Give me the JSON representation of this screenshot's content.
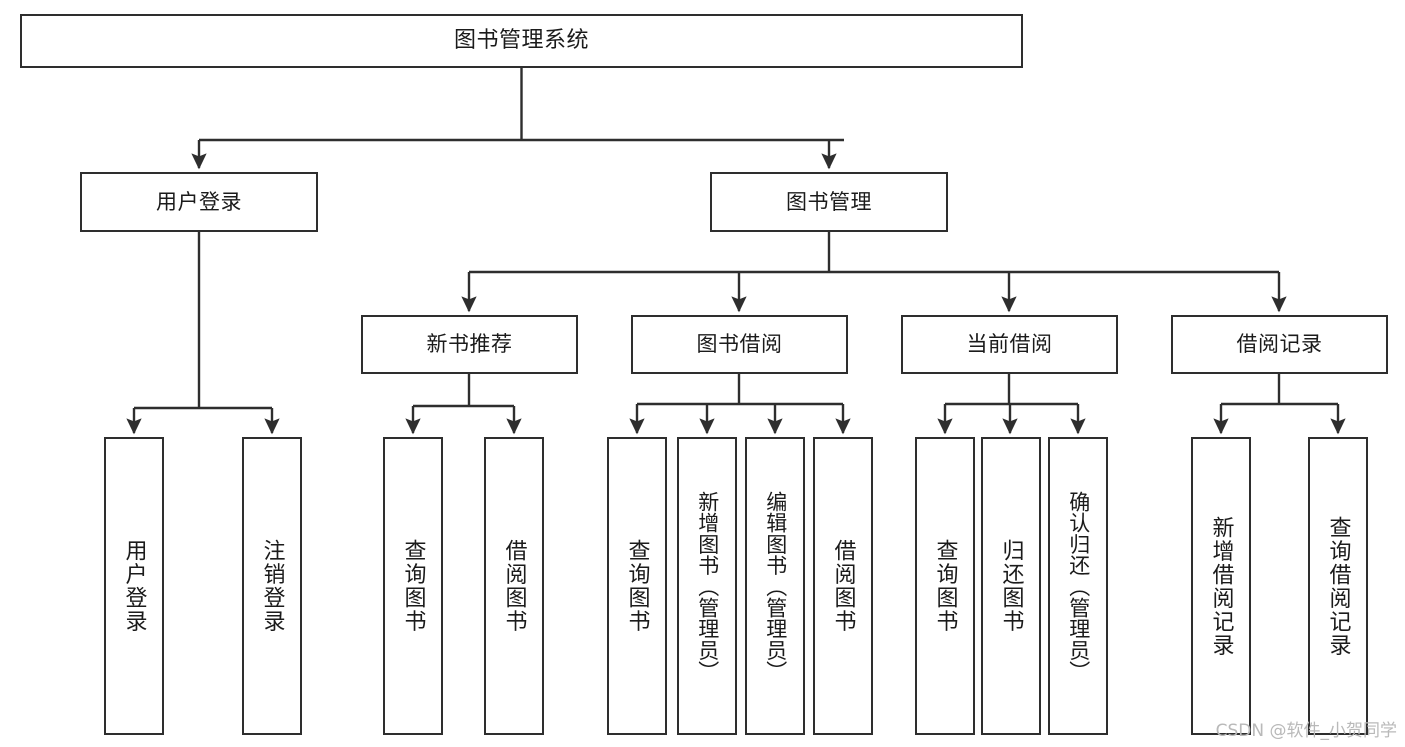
{
  "diagram": {
    "type": "tree-flowchart",
    "title_node": "图书管理系统",
    "watermark": "CSDN @软件_小贺同学",
    "colors": {
      "box_border": "#2e2e2e",
      "box_fill": "#ffffff",
      "connector": "#2e2e2e",
      "text": "#1b1b1b",
      "watermark": "#b9b9b9",
      "background": "#ffffff"
    },
    "nodes": {
      "root": {
        "label": "图书管理系统"
      },
      "level1": [
        {
          "id": "user-login",
          "label": "用户登录"
        },
        {
          "id": "book-manage",
          "label": "图书管理"
        }
      ],
      "level2": [
        {
          "id": "new-book-recommend",
          "label": "新书推荐"
        },
        {
          "id": "book-borrow",
          "label": "图书借阅"
        },
        {
          "id": "current-borrow",
          "label": "当前借阅"
        },
        {
          "id": "borrow-record",
          "label": "借阅记录"
        }
      ],
      "leaves": {
        "user-login": [
          {
            "id": "leaf-user-login",
            "label": "用户登录"
          },
          {
            "id": "leaf-logout",
            "label": "注销登录"
          }
        ],
        "new-book-recommend": [
          {
            "id": "leaf-query-book-1",
            "label": "查询图书"
          },
          {
            "id": "leaf-borrow-book-1",
            "label": "借阅图书"
          }
        ],
        "book-borrow": [
          {
            "id": "leaf-query-book-2",
            "label": "查询图书"
          },
          {
            "id": "leaf-add-book",
            "label": "新增图书（管理员）"
          },
          {
            "id": "leaf-edit-book",
            "label": "编辑图书（管理员）"
          },
          {
            "id": "leaf-borrow-book-2",
            "label": "借阅图书"
          }
        ],
        "current-borrow": [
          {
            "id": "leaf-query-book-3",
            "label": "查询图书"
          },
          {
            "id": "leaf-return-book",
            "label": "归还图书"
          },
          {
            "id": "leaf-confirm-return",
            "label": "确认归还（管理员）"
          }
        ],
        "borrow-record": [
          {
            "id": "leaf-add-record",
            "label": "新增借阅记录"
          },
          {
            "id": "leaf-query-record",
            "label": "查询借阅记录"
          }
        ]
      }
    }
  }
}
